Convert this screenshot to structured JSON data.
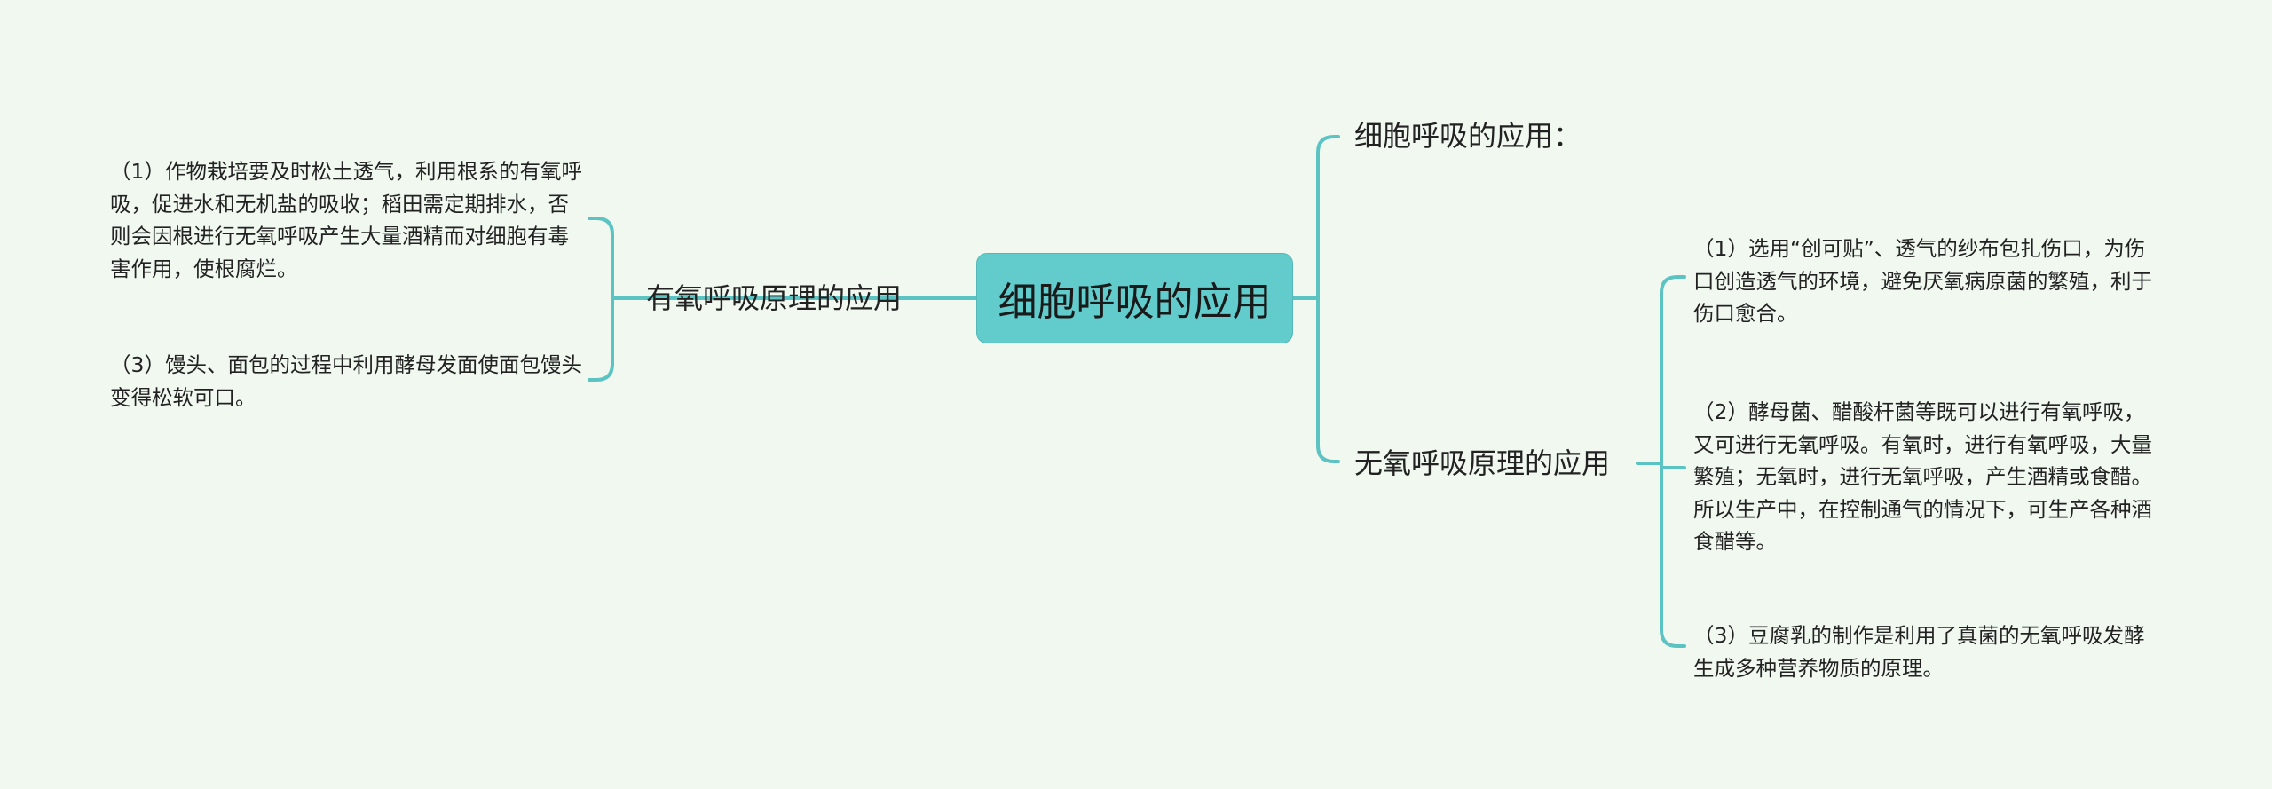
{
  "colors": {
    "background": "#f0f8f0",
    "root_fill": "#62cccc",
    "connector": "#5cc3c3"
  },
  "root": {
    "label": "细胞呼吸的应用"
  },
  "right": {
    "title_branch": "细胞呼吸的应用：",
    "anaerobic": {
      "label": "无氧呼吸原理的应用",
      "items": [
        "（1）选用“创可贴”、透气的纱布包扎伤口，为伤口创造透气的环境，避免厌氧病原菌的繁殖，利于伤口愈合。",
        "（2）酵母菌、醋酸杆菌等既可以进行有氧呼吸，又可进行无氧呼吸。有氧时，进行有氧呼吸，大量繁殖；无氧时，进行无氧呼吸，产生酒精或食醋。所以生产中，在控制通气的情况下，可生产各种酒食醋等。",
        "（3）豆腐乳的制作是利用了真菌的无氧呼吸发酵生成多种营养物质的原理。"
      ]
    }
  },
  "left": {
    "aerobic": {
      "label": "有氧呼吸原理的应用",
      "items": [
        "（1）作物栽培要及时松土透气，利用根系的有氧呼吸，促进水和无机盐的吸收；稻田需定期排水，否则会因根进行无氧呼吸产生大量酒精而对细胞有毒害作用，使根腐烂。",
        "（3）馒头、面包的过程中利用酵母发面使面包馒头变得松软可口。"
      ]
    }
  }
}
